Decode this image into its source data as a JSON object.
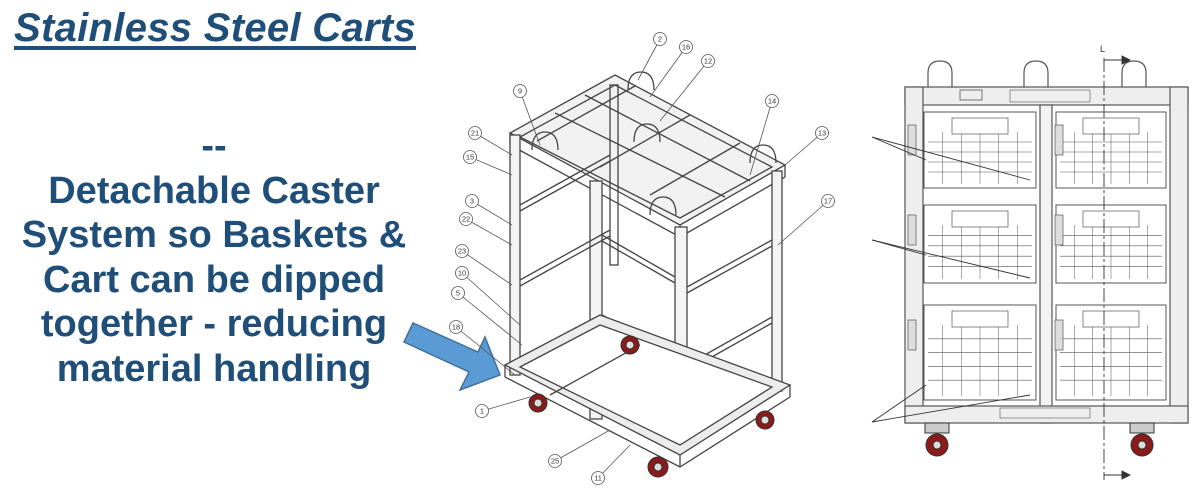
{
  "slide": {
    "title": "Stainless Steel Carts",
    "body_lines": [
      "--",
      "Detachable Caster",
      "System so Baskets &",
      "Cart can be dipped",
      "together - reducing",
      "material handling"
    ],
    "text_color": "#1f4e79",
    "arrow_color": "#5b9bd5"
  },
  "iso_drawing": {
    "part_labels": [
      "2",
      "16",
      "12",
      "9",
      "14",
      "21",
      "13",
      "15",
      "17",
      "3",
      "22",
      "23",
      "10",
      "5",
      "18",
      "1",
      "25",
      "11"
    ]
  },
  "front_view": {
    "section_label": "L"
  }
}
